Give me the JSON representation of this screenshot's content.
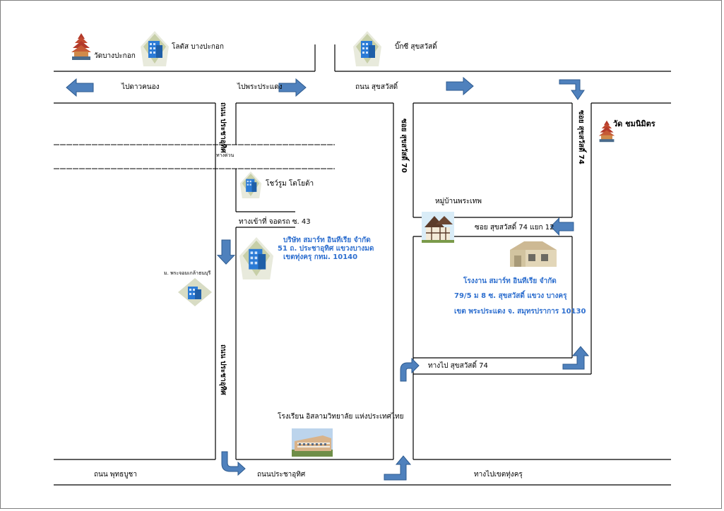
{
  "labels": {
    "wat_bangpakok": "วัดบางปะกอก",
    "lotus_bangpakok": "โลตัส บางปะกอก",
    "big_c_suksawat": "บิ๊กซี สุขสวัสดิ์",
    "to_dao_khanong": "ไปดาวคนอง",
    "to_phra_pradaeng": "ไปพระประแดง",
    "suksawat_road": "ถนน สุขสวัสดิ์",
    "wat_chomnimit": "วัด ชมนิมิตร",
    "pracha_uthit_road_top": "ถนน ประชาอุทิศ",
    "soi_suksawat_70": "ซอย สุขสวัสดิ์ 70",
    "soi_suksawat_74": "ซอย สุขสวัสดิ์ 74",
    "expressway": "ทางด่วน",
    "toyota_showroom": "โชว์รูม โตโยต้า",
    "entrance_jorakorn": "ทางเข้าที่ จอดรถ ซ. 43",
    "village_phrathep": "หมู่บ้านพระเทพ",
    "soi_74_yaek_12": "ซอย สุขสวัสดิ์ 74 แยก 12",
    "company_name": "บริษัท สมาร์ท อินทีเรีย จำกัด",
    "company_addr1": "51  ถ. ประชาอุทิศ แขวงบางมด",
    "company_addr2": "เขตทุ่งครุ  กทม. 10140",
    "university": "ม. พระจอมเกล้าธนบุรี",
    "factory_name": "โรงงาน สมาร์ท อินทีเรีย จำกัด",
    "factory_addr1": "79/5 ม 8 ซ. สุขสวัสดิ์ แขวง บางครุ",
    "factory_addr2": "เขต พระประแดง จ. สมุทรปราการ 10130",
    "pracha_uthit_road_bottom": "ถนน ประชาอุทิศ",
    "to_suksawat_74": "ทางไป สุขสวัสดิ์ 74",
    "islamic_school": "โรงเรียน อิสลามวิทยาลัย แห่งประเทศไทย",
    "phutthabucha_road": "ถนน พุทธบูชา",
    "pracha_uthit_road_label": "ถนนประชาอุทิศ",
    "to_thung_khru": "ทางไปเขตทุ่งครุ"
  },
  "colors": {
    "road_line": "#000000",
    "arrow_fill": "#4f81bd",
    "arrow_stroke": "#2c5a8f",
    "address_text": "#2e6fcf",
    "page_border": "#7f7f7f"
  },
  "icons": {
    "temple": "temple-icon",
    "building": "office-building-icon",
    "house": "house-icon",
    "warehouse": "factory-icon",
    "school": "school-photo-icon"
  }
}
